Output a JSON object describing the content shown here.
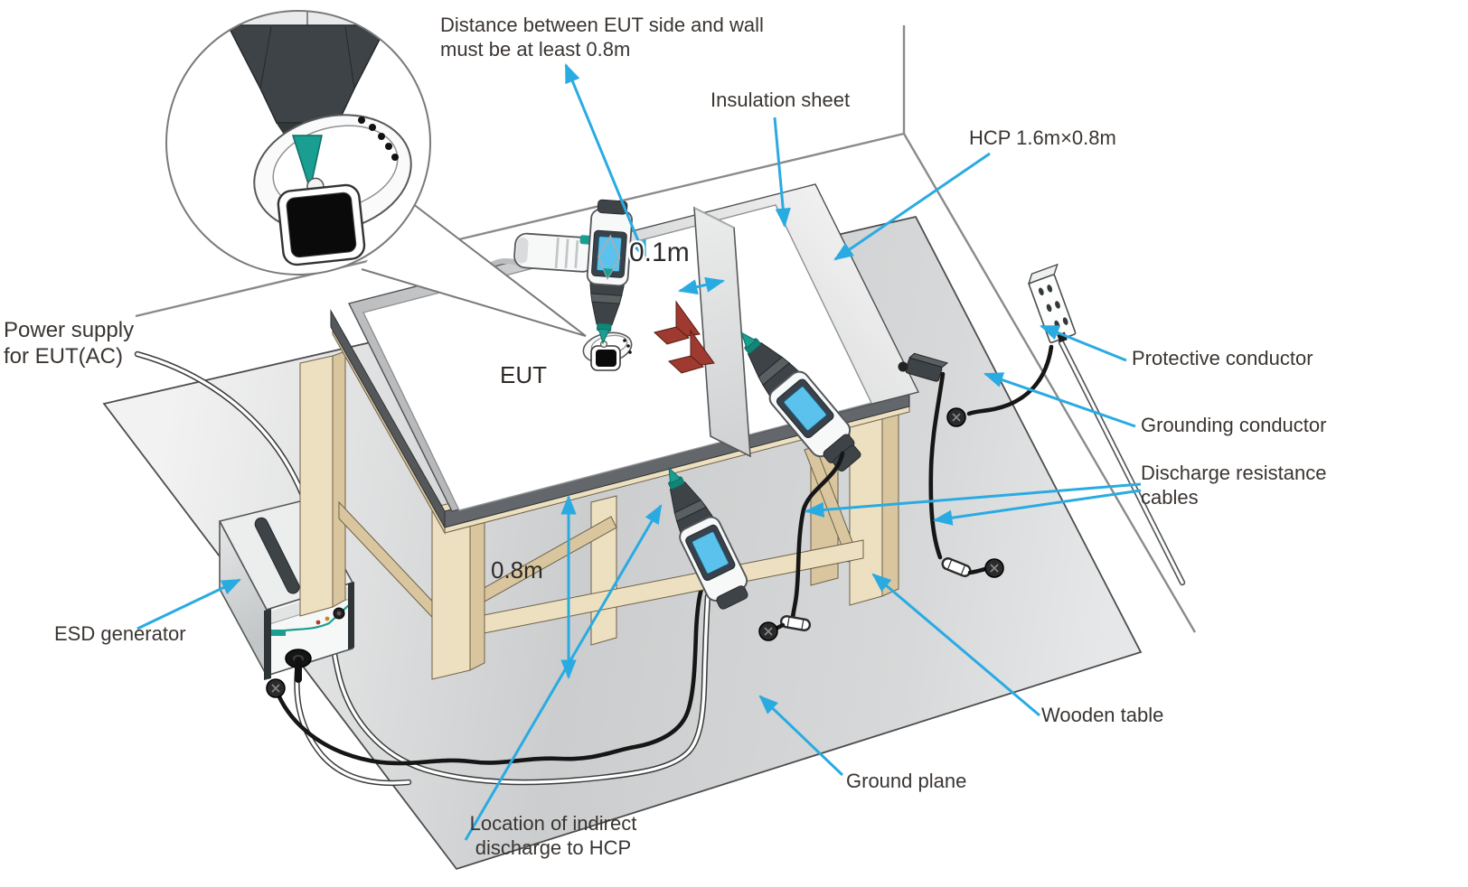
{
  "title": "ESD test setup diagram",
  "colors": {
    "arrow": "#29ABE2",
    "gun_tip_teal": "#1A9E91",
    "gun_screen_blue": "#5BC2EE",
    "wood": "#EDE0C0",
    "wood_dark": "#D9C69E",
    "gun_dark": "#3E4347",
    "bracket_red": "#9E3A2F",
    "text": "#3A3532"
  },
  "labels": {
    "distance_note_1": "Distance between EUT side and wall",
    "distance_note_2": "must be at least 0.8m",
    "insulation_sheet": "Insulation sheet",
    "hcp": "HCP 1.6m×0.8m",
    "protective_conductor": "Protective conductor",
    "grounding_conductor": "Grounding conductor",
    "discharge_cables_1": "Discharge resistance",
    "discharge_cables_2": "cables",
    "wooden_table": "Wooden table",
    "ground_plane": "Ground plane",
    "location_indirect_1": "Location of indirect",
    "location_indirect_2": "discharge to HCP",
    "esd_generator": "ESD generator",
    "power_supply_1": "Power supply",
    "power_supply_2": "for EUT(AC)",
    "eut": "EUT",
    "dim_01m": "0.1m",
    "dim_08m": "0.8m"
  }
}
